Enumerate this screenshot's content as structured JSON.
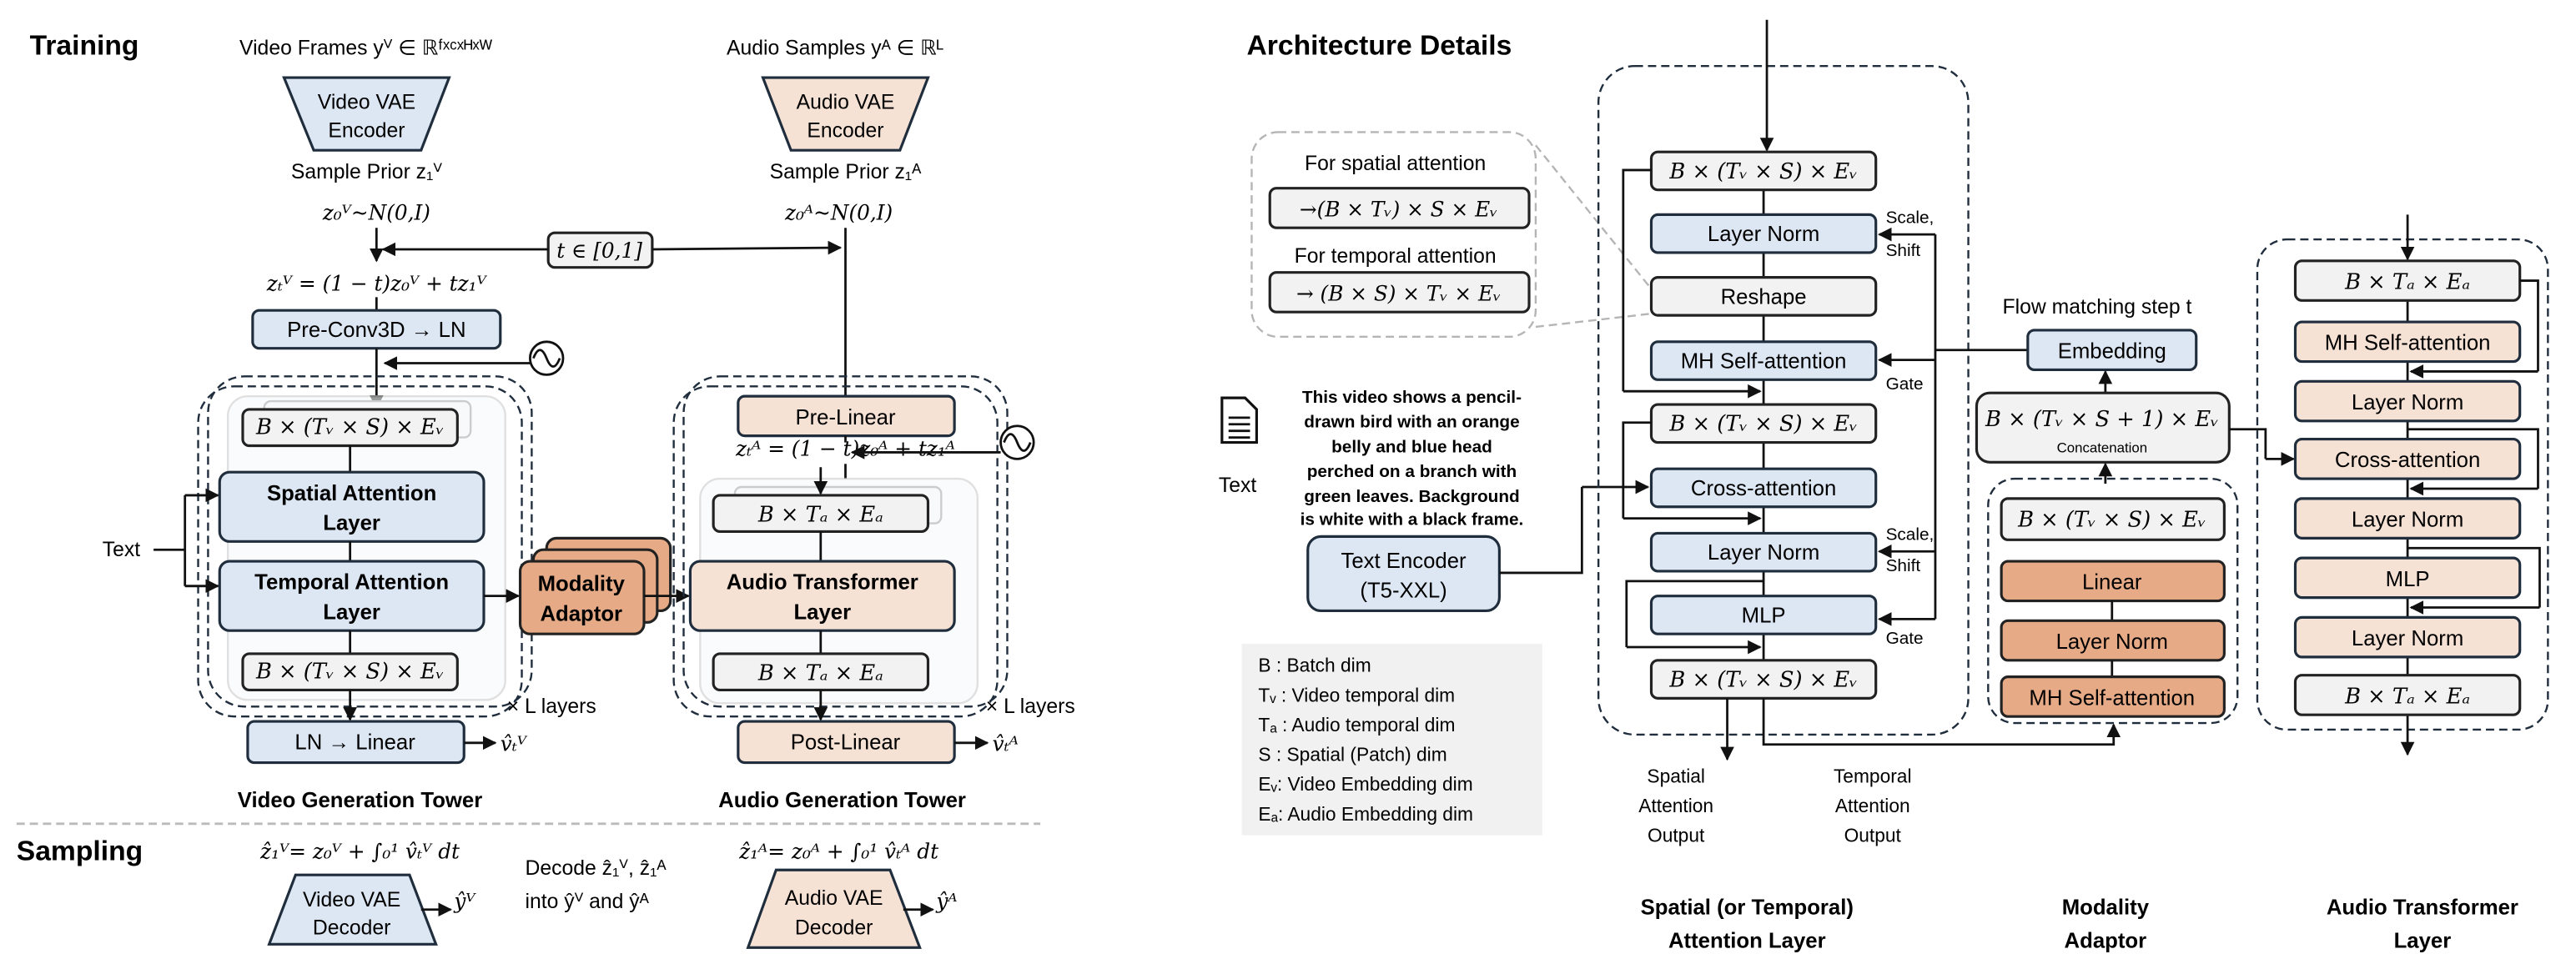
{
  "colors": {
    "video_blue": "#dde7f3",
    "audio_peach": "#f6e2d5",
    "adaptor_orange": "#e6ab86",
    "shape_gray": "#f2f2f2",
    "outline": "#1f2d3d"
  },
  "training": {
    "heading": "Training",
    "video_frames": "Video Frames  yⱽ ∈ ℝᶠˣᶜˣᴴˣᵂ",
    "audio_samples": "Audio Samples  yᴬ ∈ ℝᴸ",
    "video_encoder": [
      "Video VAE",
      "Encoder"
    ],
    "audio_encoder": [
      "Audio VAE",
      "Encoder"
    ],
    "video_prior": "Sample Prior  z₁ⱽ",
    "audio_prior": "Sample Prior  z₁ᴬ",
    "video_noise": "z₀ⱽ~N(0,I)",
    "audio_noise": "z₀ᴬ~N(0,I)",
    "timestep": "t ∈ [0,1]",
    "video_interp": "zₜⱽ = (1 − t)z₀ⱽ + tz₁ⱽ",
    "audio_interp": "zₜᴬ = (1 − t)z₀ᴬ + tz₁ᴬ",
    "pre_conv": "Pre-Conv3D → LN",
    "pre_linear": "Pre-Linear",
    "video_shape": "B × (Tᵥ × S) × Eᵥ",
    "audio_shape": "B × Tₐ × Eₐ",
    "spatial_layer": [
      "Spatial Attention",
      "Layer"
    ],
    "temporal_layer": [
      "Temporal Attention",
      "Layer"
    ],
    "adaptor": [
      "Modality",
      "Adaptor"
    ],
    "audio_layer": [
      "Audio Transformer",
      "Layer"
    ],
    "text_input": "Text",
    "l_layers": "× L layers",
    "ln_linear": "LN → Linear",
    "post_linear": "Post-Linear",
    "video_out": "v̂ₜⱽ",
    "audio_out": "v̂ₜᴬ",
    "video_tower": "Video Generation Tower",
    "audio_tower": "Audio Generation Tower"
  },
  "sampling": {
    "heading": "Sampling",
    "video_integral": "ẑ₁ⱽ= z₀ⱽ + ∫₀¹ v̂ₜⱽ dt",
    "audio_integral": "ẑ₁ᴬ= z₀ᴬ + ∫₀¹ v̂ₜᴬ dt",
    "decode_text": [
      "Decode ẑ₁ⱽ, ẑ₁ᴬ",
      "into ŷⱽ and ŷᴬ"
    ],
    "video_decoder": [
      "Video VAE",
      "Decoder"
    ],
    "audio_decoder": [
      "Audio VAE",
      "Decoder"
    ],
    "video_result": "ŷⱽ",
    "audio_result": "ŷᴬ"
  },
  "details": {
    "heading": "Architecture Details",
    "callout": {
      "spatial_label": "For spatial attention",
      "spatial_reshape": "→(B × Tᵥ) × S × Eᵥ",
      "temporal_label": "For temporal attention",
      "temporal_reshape": "→ (B × S) × Tᵥ × Eᵥ"
    },
    "text_icon": "document-icon",
    "text_label": "Text",
    "prompt": [
      "This video shows a pencil-",
      "drawn bird with an orange",
      "belly and blue head",
      "perched on a branch with",
      "green leaves. Background",
      "is white with a black frame."
    ],
    "text_encoder": [
      "Text Encoder",
      "(T5-XXL)"
    ],
    "legend": [
      "B : Batch dim",
      "Tᵥ : Video temporal dim",
      "Tₐ : Audio temporal dim",
      "S : Spatial (Patch) dim",
      "Eᵥ: Video Embedding dim",
      "Eₐ: Audio Embedding dim"
    ],
    "attention_layer": {
      "blocks": [
        "B × (Tᵥ × S) × Eᵥ",
        "Layer Norm",
        "Reshape",
        "MH Self-attention",
        "B × (Tᵥ × S) × Eᵥ",
        "Cross-attention",
        "Layer Norm",
        "MLP",
        "B × (Tᵥ × S) × Eᵥ"
      ],
      "scale_shift": [
        "Scale,",
        "Shift"
      ],
      "gate": "Gate",
      "spatial_output": [
        "Spatial",
        "Attention",
        "Output"
      ],
      "temporal_output": [
        "Temporal",
        "Attention",
        "Output"
      ],
      "title": [
        "Spatial (or Temporal)",
        "Attention Layer"
      ]
    },
    "modality_adaptor": {
      "flow_label": "Flow matching step t",
      "embedding": "Embedding",
      "concat_shape": "B × (Tᵥ × S + 1) × Eᵥ",
      "concat_label": "Concatenation",
      "blocks": [
        "B × (Tᵥ × S) × Eᵥ",
        "Linear",
        "Layer Norm",
        "MH Self-attention"
      ],
      "title": [
        "Modality",
        "Adaptor"
      ]
    },
    "audio_transformer": {
      "blocks": [
        "B × Tₐ × Eₐ",
        "MH Self-attention",
        "Layer Norm",
        "Cross-attention",
        "Layer Norm",
        "MLP",
        "Layer Norm",
        "B × Tₐ × Eₐ"
      ],
      "title": [
        "Audio Transformer",
        "Layer"
      ]
    }
  }
}
